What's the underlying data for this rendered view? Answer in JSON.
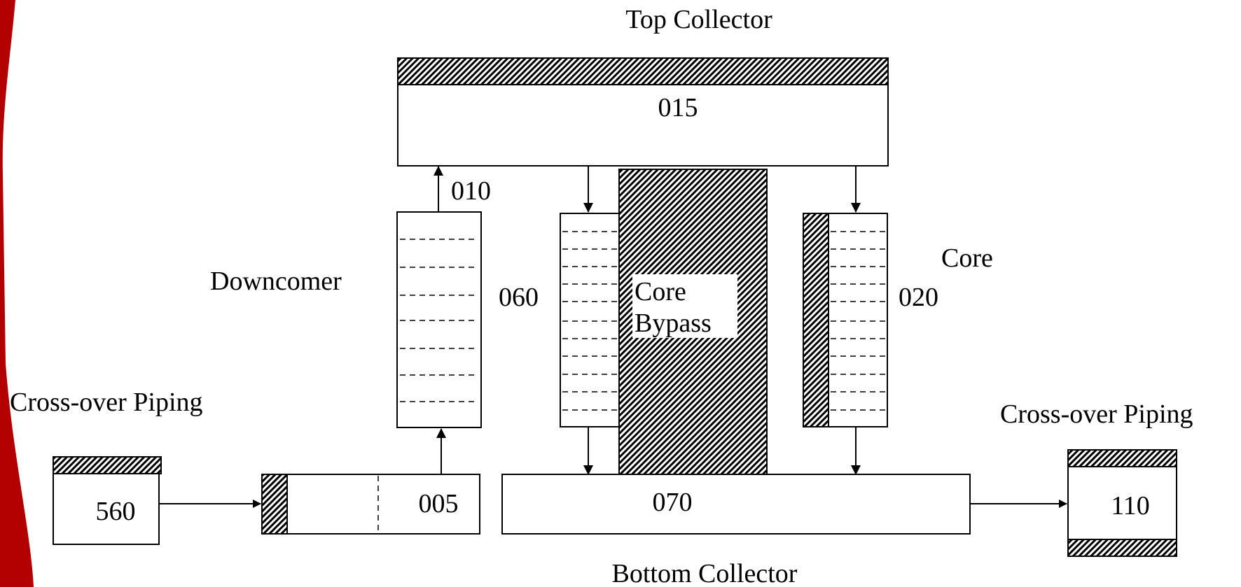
{
  "labels": {
    "top_collector": "Top Collector",
    "bottom_collector": "Bottom Collector",
    "downcomer": "Downcomer",
    "core": "Core",
    "core_bypass_line1": "Core",
    "core_bypass_line2": "Bypass",
    "crossover_left": "Cross-over Piping",
    "crossover_right": "Cross-over Piping"
  },
  "ids": {
    "top_collector": "015",
    "riser": "010",
    "downcomer": "060",
    "core": "020",
    "inlet": "005",
    "bottom_collector": "070",
    "left_pipe": "560",
    "right_pipe": "110"
  },
  "colors": {
    "accent_band": "#b30000",
    "line": "#000000",
    "background": "#ffffff"
  }
}
